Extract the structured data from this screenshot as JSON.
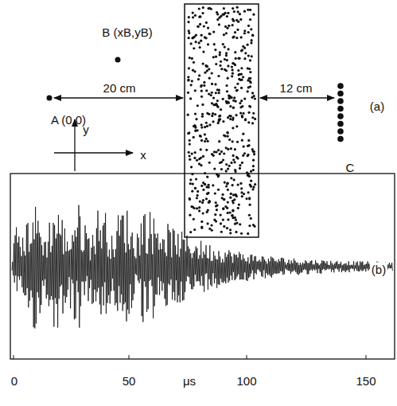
{
  "diagram": {
    "labels": [
      "B (xB,yB)",
      "A (0,0)",
      "20 cm",
      "12 cm",
      "C",
      "(a)",
      "y",
      "x",
      "(b)",
      "0",
      "50",
      "μs",
      "100",
      "150"
    ]
  }
}
